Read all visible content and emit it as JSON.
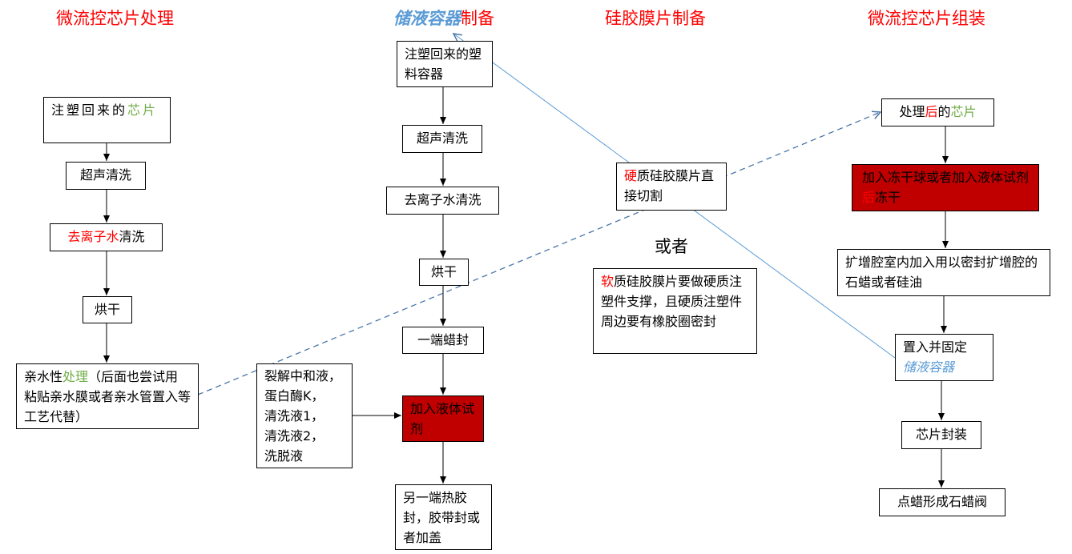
{
  "columns": {
    "chip_processing": {
      "title": "微流控芯片处理",
      "steps": [
        {
          "a": "注塑回来的",
          "b": "芯片"
        },
        {
          "a": "超声清洗"
        },
        {
          "a": "去离子水",
          "b": "清洗"
        },
        {
          "a": "烘干"
        },
        {
          "a": "亲水性",
          "b": "处理",
          "c": "（后面也尝试用粘贴亲水膜或者亲水管置入等工艺代替）"
        }
      ]
    },
    "container_prep": {
      "title_a": "储液容器",
      "title_b": "制备",
      "steps": [
        "注塑回来的塑料容器",
        "超声清洗",
        "去离子水清洗",
        "烘干",
        "一端蜡封",
        "加入液体试剂",
        "另一端热胶封，胶带封或者加盖"
      ],
      "reagents": [
        "裂解中和液，",
        "蛋白酶K，",
        "清洗液1，",
        "清洗液2，",
        "洗脱液"
      ]
    },
    "membrane_prep": {
      "title": "硅胶膜片制备",
      "hard": {
        "a": "硬",
        "b": "质硅胶膜片直接切割"
      },
      "or": "或者",
      "soft": {
        "a": "软",
        "b": "质硅胶膜片要做硬质注塑件支撑，且硬质注塑件周边要有橡胶圈密封"
      }
    },
    "assembly": {
      "title": "微流控芯片组装",
      "step1": {
        "a": "处理",
        "b": "后",
        "c": "的",
        "d": "芯片"
      },
      "step2": {
        "a": "加入冻干球或者加入液体试剂",
        "b": "后",
        "c": "冻干"
      },
      "step3": "扩增腔室内加入用以密封扩增腔的石蜡或者硅油",
      "step4": {
        "a": "置入并固定",
        "b": "储液容器"
      },
      "step5": "芯片封装",
      "step6": "点蜡形成石蜡阀"
    }
  },
  "colors": {
    "title": "#ff0000",
    "highlight_fill": "#c00000",
    "green": "#70ad47",
    "blue": "#5b9bd5"
  }
}
